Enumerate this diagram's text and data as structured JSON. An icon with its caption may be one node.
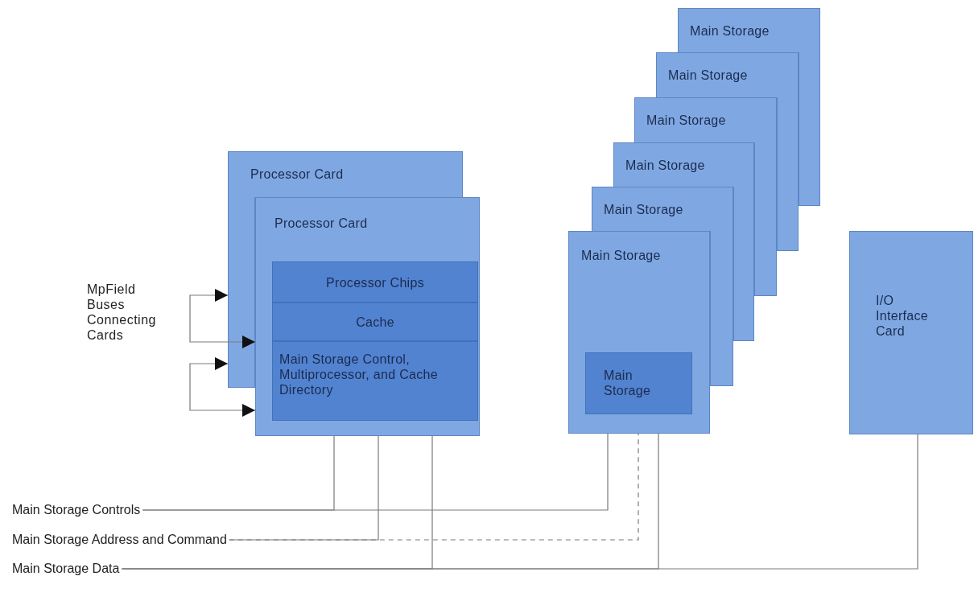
{
  "diagram": {
    "nodes": [
      {
        "text": [
          "Processor Card"
        ]
      },
      {
        "text": [
          "Processor Card"
        ]
      },
      {
        "text": [
          "Processor Chips"
        ],
        "in": 1
      },
      {
        "text": [
          "Cache"
        ],
        "in": 1
      },
      {
        "text": [
          "Main Storage Control, Multiprocessor, and Cache Directory"
        ],
        "in": 1
      },
      {
        "text": [
          "Main Storage"
        ]
      },
      {
        "text": [
          "Main Storage"
        ]
      },
      {
        "text": [
          "Main Storage"
        ]
      },
      {
        "text": [
          "Main Storage"
        ]
      },
      {
        "text": [
          "Main Storage"
        ]
      },
      {
        "text": [
          "Main Storage"
        ]
      },
      {
        "text": [
          "Main Storage"
        ],
        "in": 10
      },
      {
        "text": [
          "I/O Interface Card"
        ]
      },
      {
        "text": [
          "Main Storage Controls"
        ]
      },
      {
        "text": [
          "Main Storage Address and Command"
        ]
      },
      {
        "text": [
          "Main Storage Data"
        ]
      }
    ],
    "edges": [
      {
        "from": 0,
        "to": 1,
        "arrow": "both"
      },
      {
        "from": 0,
        "to": 1,
        "arrow": "both"
      },
      {
        "from": 13,
        "to": 1,
        "arrow": "none"
      },
      {
        "from": 13,
        "to": 10,
        "arrow": "none"
      },
      {
        "from": 14,
        "to": 1,
        "arrow": "none"
      },
      {
        "from": 14,
        "to": 10,
        "arrow": "none",
        "style": "dashed"
      },
      {
        "from": 15,
        "to": 1,
        "arrow": "none"
      },
      {
        "from": 15,
        "to": 10,
        "arrow": "none"
      },
      {
        "from": 15,
        "to": 12,
        "arrow": "none"
      }
    ],
    "labels": [
      "MpField Buses Connecting Cards"
    ]
  }
}
